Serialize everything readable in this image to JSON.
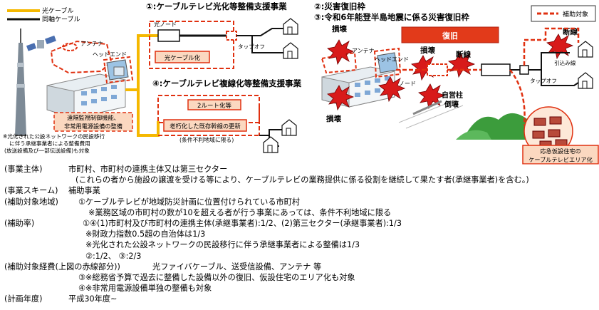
{
  "legend_left": {
    "fiber": "光ケーブル",
    "coax": "同軸ケーブル"
  },
  "legend_right": {
    "subsidy": "補助対象"
  },
  "titles": {
    "t1": "①:ケーブルテレビ光化等整備支援事業",
    "t4": "④:ケーブルテレビ複線化等整備支援事業",
    "t2": "②:災害復旧枠",
    "t3": "③:令和6年能登半島地震に係る災害復旧枠"
  },
  "left_diagram": {
    "antenna": "アンテナ",
    "headend": "ヘッドエンド",
    "optical_node": "光ノード",
    "tap_off": "タップオフ",
    "fiber_conversion": "光ケーブル化",
    "two_route": "2ルート化等",
    "aging_update": "老朽化した既存幹線の更新",
    "condition": "(条件不利地域に限る)",
    "facility_box": [
      "遠隔監視制御機能、",
      "非常用電源設備の整備"
    ],
    "note": [
      "※光化された公設ネットワークの民設移行",
      "に伴う承継事業者による整備費用",
      "(放送設備及び一部伝送設備)も対象"
    ]
  },
  "right_diagram": {
    "restoration": "復旧",
    "damaged": "損壊",
    "disconnect": "断線",
    "antenna": "アンテナ",
    "headend": "ヘッドエンド",
    "node": "ノード",
    "pole_fallen": [
      "自営柱",
      "倒壊"
    ],
    "drop_line": "引込み線",
    "tap_off": "タップオフ",
    "area_box": [
      "応急仮設住宅の",
      "ケーブルテレビエリア化"
    ]
  },
  "info_rows": [
    {
      "head": "(事業主体)",
      "body": "市町村、市町村の連携主体又は第三セクター"
    },
    {
      "head": "",
      "body": "(これらの者から施設の譲渡を受ける等により、ケーブルテレビの業務提供に係る役割を継続して果たす者(承継事業者)を含む。)"
    },
    {
      "head": "(事業スキーム)",
      "body": "補助事業"
    },
    {
      "head": "(補助対象地域)",
      "body": "①ケーブルテレビが地域防災計画に位置付けられている市町村"
    },
    {
      "head": "",
      "body": "※業務区域の市町村の数が10を超える者が行う事業にあっては、条件不利地域に限る"
    },
    {
      "head": "(補助率)",
      "body": "①④(1)市町村及び市町村の連携主体(承継事業者):1/2、(2)第三セクター(承継事業者):1/3"
    },
    {
      "head": "",
      "body": "※財政力指数0.5超の自治体は1/3"
    },
    {
      "head": "",
      "body": "※光化された公設ネットワークの民設移行に伴う承継事業者による整備は1/3"
    },
    {
      "head": "",
      "body": "②:1/2、 ③:2/3"
    },
    {
      "head": "(補助対象経費(上図の赤線部分))",
      "body": "光ファイバケーブル、送受信設備、アンテナ 等"
    },
    {
      "head": "",
      "body": "③※総務省予算で過去に整備した設備以外の復旧、仮設住宅のエリア化も対象"
    },
    {
      "head": "",
      "body": "④※非常用電源設備単独の整備も対象"
    },
    {
      "head": "(計画年度)",
      "body": "平成30年度~"
    }
  ],
  "colors": {
    "fiber": "#f5b800",
    "coax": "#111111",
    "subsidy": "#e03010",
    "explosion": "#d81a1a",
    "building": "#cfe7f5",
    "box_fill": "#fbd8c0",
    "restoration_fill": "#e23a1a"
  }
}
